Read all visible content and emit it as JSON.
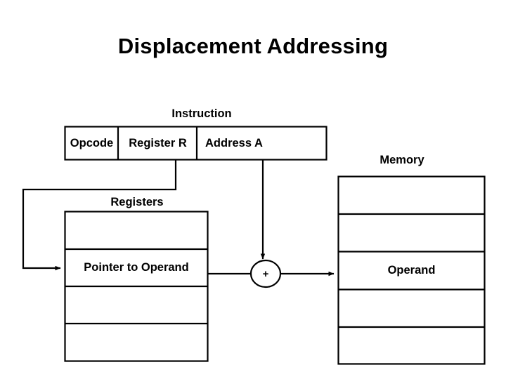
{
  "slide": {
    "title": "Displacement Addressing",
    "background_color": "#ffffff",
    "line_color": "#000000",
    "text_color": "#000000"
  },
  "instruction": {
    "label": "Instruction",
    "fields": [
      {
        "name": "opcode",
        "text": "Opcode"
      },
      {
        "name": "register",
        "text": "Register R"
      },
      {
        "name": "address",
        "text": "Address A"
      }
    ]
  },
  "registers": {
    "label": "Registers",
    "rows": [
      {
        "text": ""
      },
      {
        "text": "Pointer to Operand"
      },
      {
        "text": ""
      },
      {
        "text": ""
      }
    ]
  },
  "memory": {
    "label": "Memory",
    "rows": [
      {
        "text": ""
      },
      {
        "text": ""
      },
      {
        "text": "Operand"
      },
      {
        "text": ""
      },
      {
        "text": ""
      }
    ]
  },
  "adder": {
    "label": "+",
    "name": "adder-node"
  },
  "connectors": [
    {
      "name": "register-to-registers-arrow",
      "desc": "Register R field routes left and down into Registers table row 2"
    },
    {
      "name": "address-to-adder-arrow",
      "desc": "Address A field routes down into adder"
    },
    {
      "name": "registers-to-adder-line",
      "desc": "Pointer to Operand routes right into adder"
    },
    {
      "name": "adder-to-memory-arrow",
      "desc": "Adder output routes right into Memory operand row"
    }
  ]
}
